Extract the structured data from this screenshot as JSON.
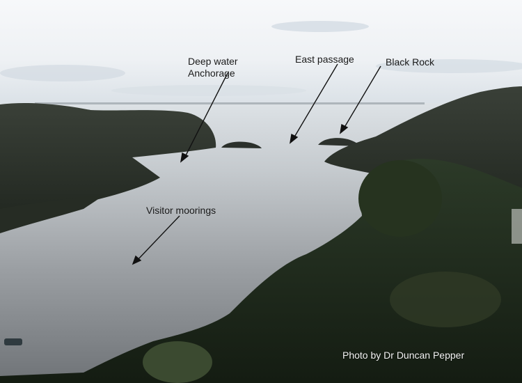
{
  "image": {
    "description": "Annotated photograph of a sheltered bay/harbour viewed from a hillside",
    "colors": {
      "sky_top": "#f4f6f8",
      "sky_low": "#dfe5ea",
      "sea_far": "#cfd5da",
      "water_near": "#8a8e92",
      "headland": "#2a3028",
      "vegetation": "#1e2a1c"
    }
  },
  "annotations": [
    {
      "id": "deep-water-anchorage",
      "lines": [
        "Deep water",
        "Anchorage"
      ]
    },
    {
      "id": "east-passage",
      "lines": [
        "East passage"
      ]
    },
    {
      "id": "black-rock",
      "lines": [
        "Black Rock"
      ]
    },
    {
      "id": "visitor-moorings",
      "lines": [
        "Visitor moorings"
      ]
    }
  ],
  "credit": "Photo by Dr Duncan Pepper"
}
